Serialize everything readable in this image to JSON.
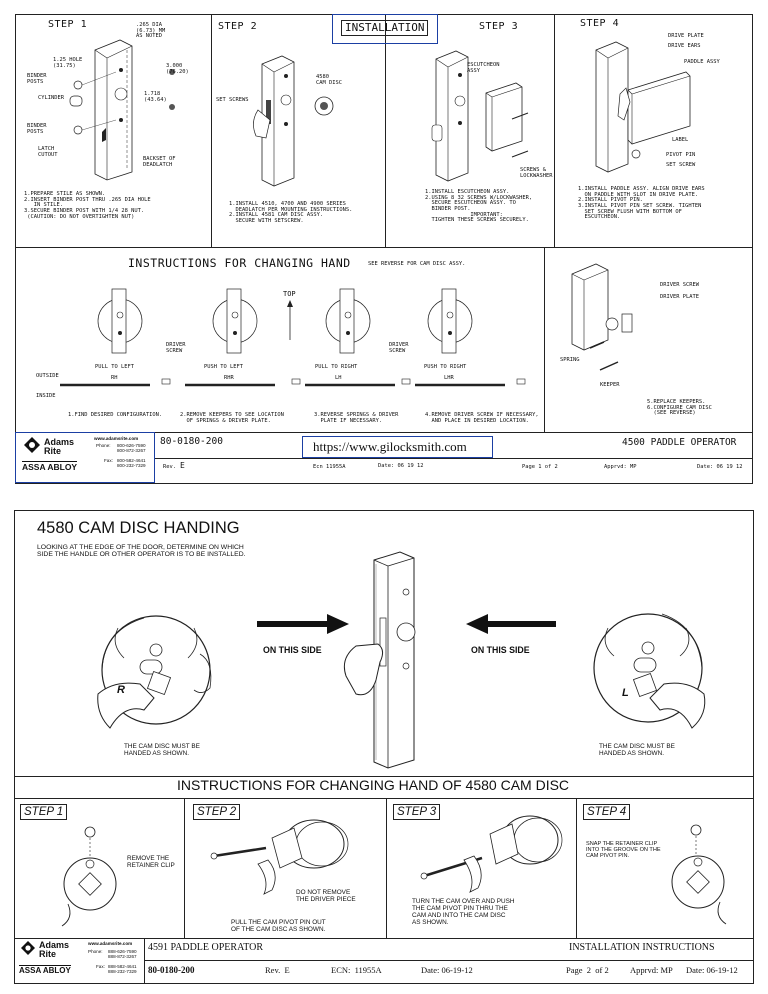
{
  "page1": {
    "steps": [
      {
        "title": "STEP 1"
      },
      {
        "title": "STEP 2"
      },
      {
        "title": "STEP 3"
      },
      {
        "title": "STEP 4"
      }
    ],
    "installation_label": "INSTALLATION",
    "step1_labels": {
      "dim_top": ".265 DIA\n(6.73) MM\nAS NOTED",
      "hole": "1.25 HOLE\n(31.75)",
      "binder_posts_top": "BINDER\nPOSTS",
      "cylinder": "CYLINDER",
      "binder_posts_bottom": "BINDER\nPOSTS",
      "latch_cutout": "LATCH\nCUTOUT",
      "dim_a": "3.000\n(76.20)",
      "dim_b": "1.718\n(43.64)",
      "backset": "BACKSET OF\nDEADLATCH",
      "instructions": "1.PREPARE STILE AS SHOWN.\n2.INSERT BINDER POST THRU .265 DIA HOLE\n   IN STILE.\n3.SECURE BINDER POST WITH 1/4 28 NUT.\n (CAUTION: DO NOT OVERTIGHTEN NUT)"
    },
    "step2_labels": {
      "cam_disc": "4580\nCAM DISC",
      "set_screws": "SET SCREWS",
      "instructions": "1.INSTALL 4510, 4700 AND 4900 SERIES\n  DEADLATCH PER MOUNTING INSTRUCTIONS.\n2.INSTALL 4581 CAM DISC ASSY.\n  SECURE WITH SETSCREW."
    },
    "step3_labels": {
      "escutcheon": "ESCUTCHEON\nASSY",
      "screws": "SCREWS &\nLOCKWASHER",
      "instructions": "1.INSTALL ESCUTCHEON ASSY.\n2.USING 8 32 SCREWS W/LOCKWASHER,\n  SECURE ESCUTCHEON ASSY. TO\n  BINDER POST.\n              IMPORTANT:\n  TIGHTEN THESE SCREWS SECURELY."
    },
    "step4_labels": {
      "drive_plate": "DRIVE PLATE",
      "drive_ears": "DRIVE EARS",
      "paddle_assy": "PADDLE ASSY",
      "label": "LABEL",
      "pivot_pin": "PIVOT PIN",
      "set_screw": "SET SCREW",
      "instructions": "1.INSTALL PADDLE ASSY. ALIGN DRIVE EARS\n  ON PADDLE WITH SLOT IN DRIVE PLATE.\n2.INSTALL PIVOT PIN.\n3.INSTALL PIVOT PIN SET SCREW. TIGHTEN\n  SET SCREW FLUSH WITH BOTTOM OF\n  ESCUTCHEON."
    },
    "changing_hand": {
      "title": "INSTRUCTIONS FOR CHANGING HAND",
      "note": "SEE REVERSE FOR CAM DISC ASSY.",
      "top": "TOP",
      "driver_screw": "DRIVER\nSCREW",
      "driver_screw_right": "DRIVER SCREW",
      "driver_plate_right": "DRIVER PLATE",
      "spring": "SPRING",
      "keeper": "KEEPER",
      "outside": "OUTSIDE",
      "inside": "INSIDE",
      "configs": [
        {
          "label": "PULL TO LEFT",
          "code": "RH"
        },
        {
          "label": "PUSH TO LEFT",
          "code": "RHR"
        },
        {
          "label": "PULL TO RIGHT",
          "code": "LH"
        },
        {
          "label": "PUSH TO RIGHT",
          "code": "LHR"
        }
      ],
      "step_notes": [
        "1.FIND DESIRED CONFIGURATION.",
        "2.REMOVE KEEPERS TO SEE LOCATION\n  OF SPRINGS & DRIVER PLATE.",
        "3.REVERSE SPRINGS & DRIVER\n  PLATE IF NECESSARY.",
        "4.REMOVE DRIVER SCREW IF NECESSARY,\n  AND PLACE IN DESIRED LOCATION."
      ],
      "right_note": "5.REPLACE KEEPERS.\n6.CONFIGURE CAM DISC\n  (SEE REVERSE)"
    },
    "title_block": {
      "brand_line1": "Adams",
      "brand_line2": "Rite",
      "assa": "ASSA ABLOY",
      "website": "www.adamsrite.com",
      "phone_label": "Phone:",
      "phone": "800-626-7590\n800-872-3267",
      "fax_label": "Fax:",
      "fax": "800-582-4641\n800-232-7329",
      "part_number": "80-0180-200",
      "url": "https://www.gilocksmith.com",
      "product": "4500 PADDLE OPERATOR",
      "rev_label": "Rev.",
      "rev": "E",
      "ecn": "Ecn 11955A",
      "date": "Date: 06 19 12",
      "page": "Page 1 of 2",
      "apprvd": "Apprvd: MP",
      "date2": "Date: 06 19 12"
    }
  },
  "page2": {
    "title": "4580 CAM DISC HANDING",
    "intro": "LOOKING AT THE EDGE OF THE DOOR, DETERMINE ON WHICH\nSIDE THE HANDLE OR OTHER OPERATOR IS TO BE INSTALLED.",
    "on_this_side_left": "ON THIS SIDE",
    "on_this_side_right": "ON THIS SIDE",
    "left_letter": "R",
    "right_letter": "L",
    "cam_note_left": "THE CAM DISC MUST BE\nHANDED AS SHOWN.",
    "cam_note_right": "THE CAM DISC MUST BE\nHANDED AS SHOWN.",
    "instructions_title": "INSTRUCTIONS FOR CHANGING HAND OF 4580 CAM DISC",
    "steps": [
      {
        "title": "STEP 1",
        "text": "REMOVE THE\nRETAINER CLIP"
      },
      {
        "title": "STEP 2",
        "text": "PULL THE CAM PIVOT PIN OUT\nOF THE CAM DISC AS SHOWN.",
        "text2": "DO NOT REMOVE\nTHE DRIVER PIECE"
      },
      {
        "title": "STEP 3",
        "text": "TURN THE CAM OVER AND PUSH\nTHE CAM PIVOT PIN THRU THE\nCAM AND INTO THE CAM DISC\nAS SHOWN."
      },
      {
        "title": "STEP 4",
        "text": "SNAP THE RETAINER CLIP\nINTO THE GROOVE ON THE\nCAM PIVOT PIN."
      }
    ],
    "title_block": {
      "brand_line1": "Adams",
      "brand_line2": "Rite",
      "assa": "ASSA ABLOY",
      "website": "www.adamsrite.com",
      "phone_label": "Phone:",
      "phone": "888-626-7590\n888-872-3267",
      "fax_label": "Fax:",
      "fax": "888-582-4641\n888-232-7329",
      "product": "4591 PADDLE OPERATOR",
      "doc_type": "INSTALLATION INSTRUCTIONS",
      "part_number": "80-0180-200",
      "rev": "Rev.  E",
      "ecn": "ECN:  11955A",
      "date": "Date: 06-19-12",
      "page": "Page  2  of 2",
      "apprvd": "Apprvd: MP",
      "date2": "Date: 06-19-12"
    }
  }
}
